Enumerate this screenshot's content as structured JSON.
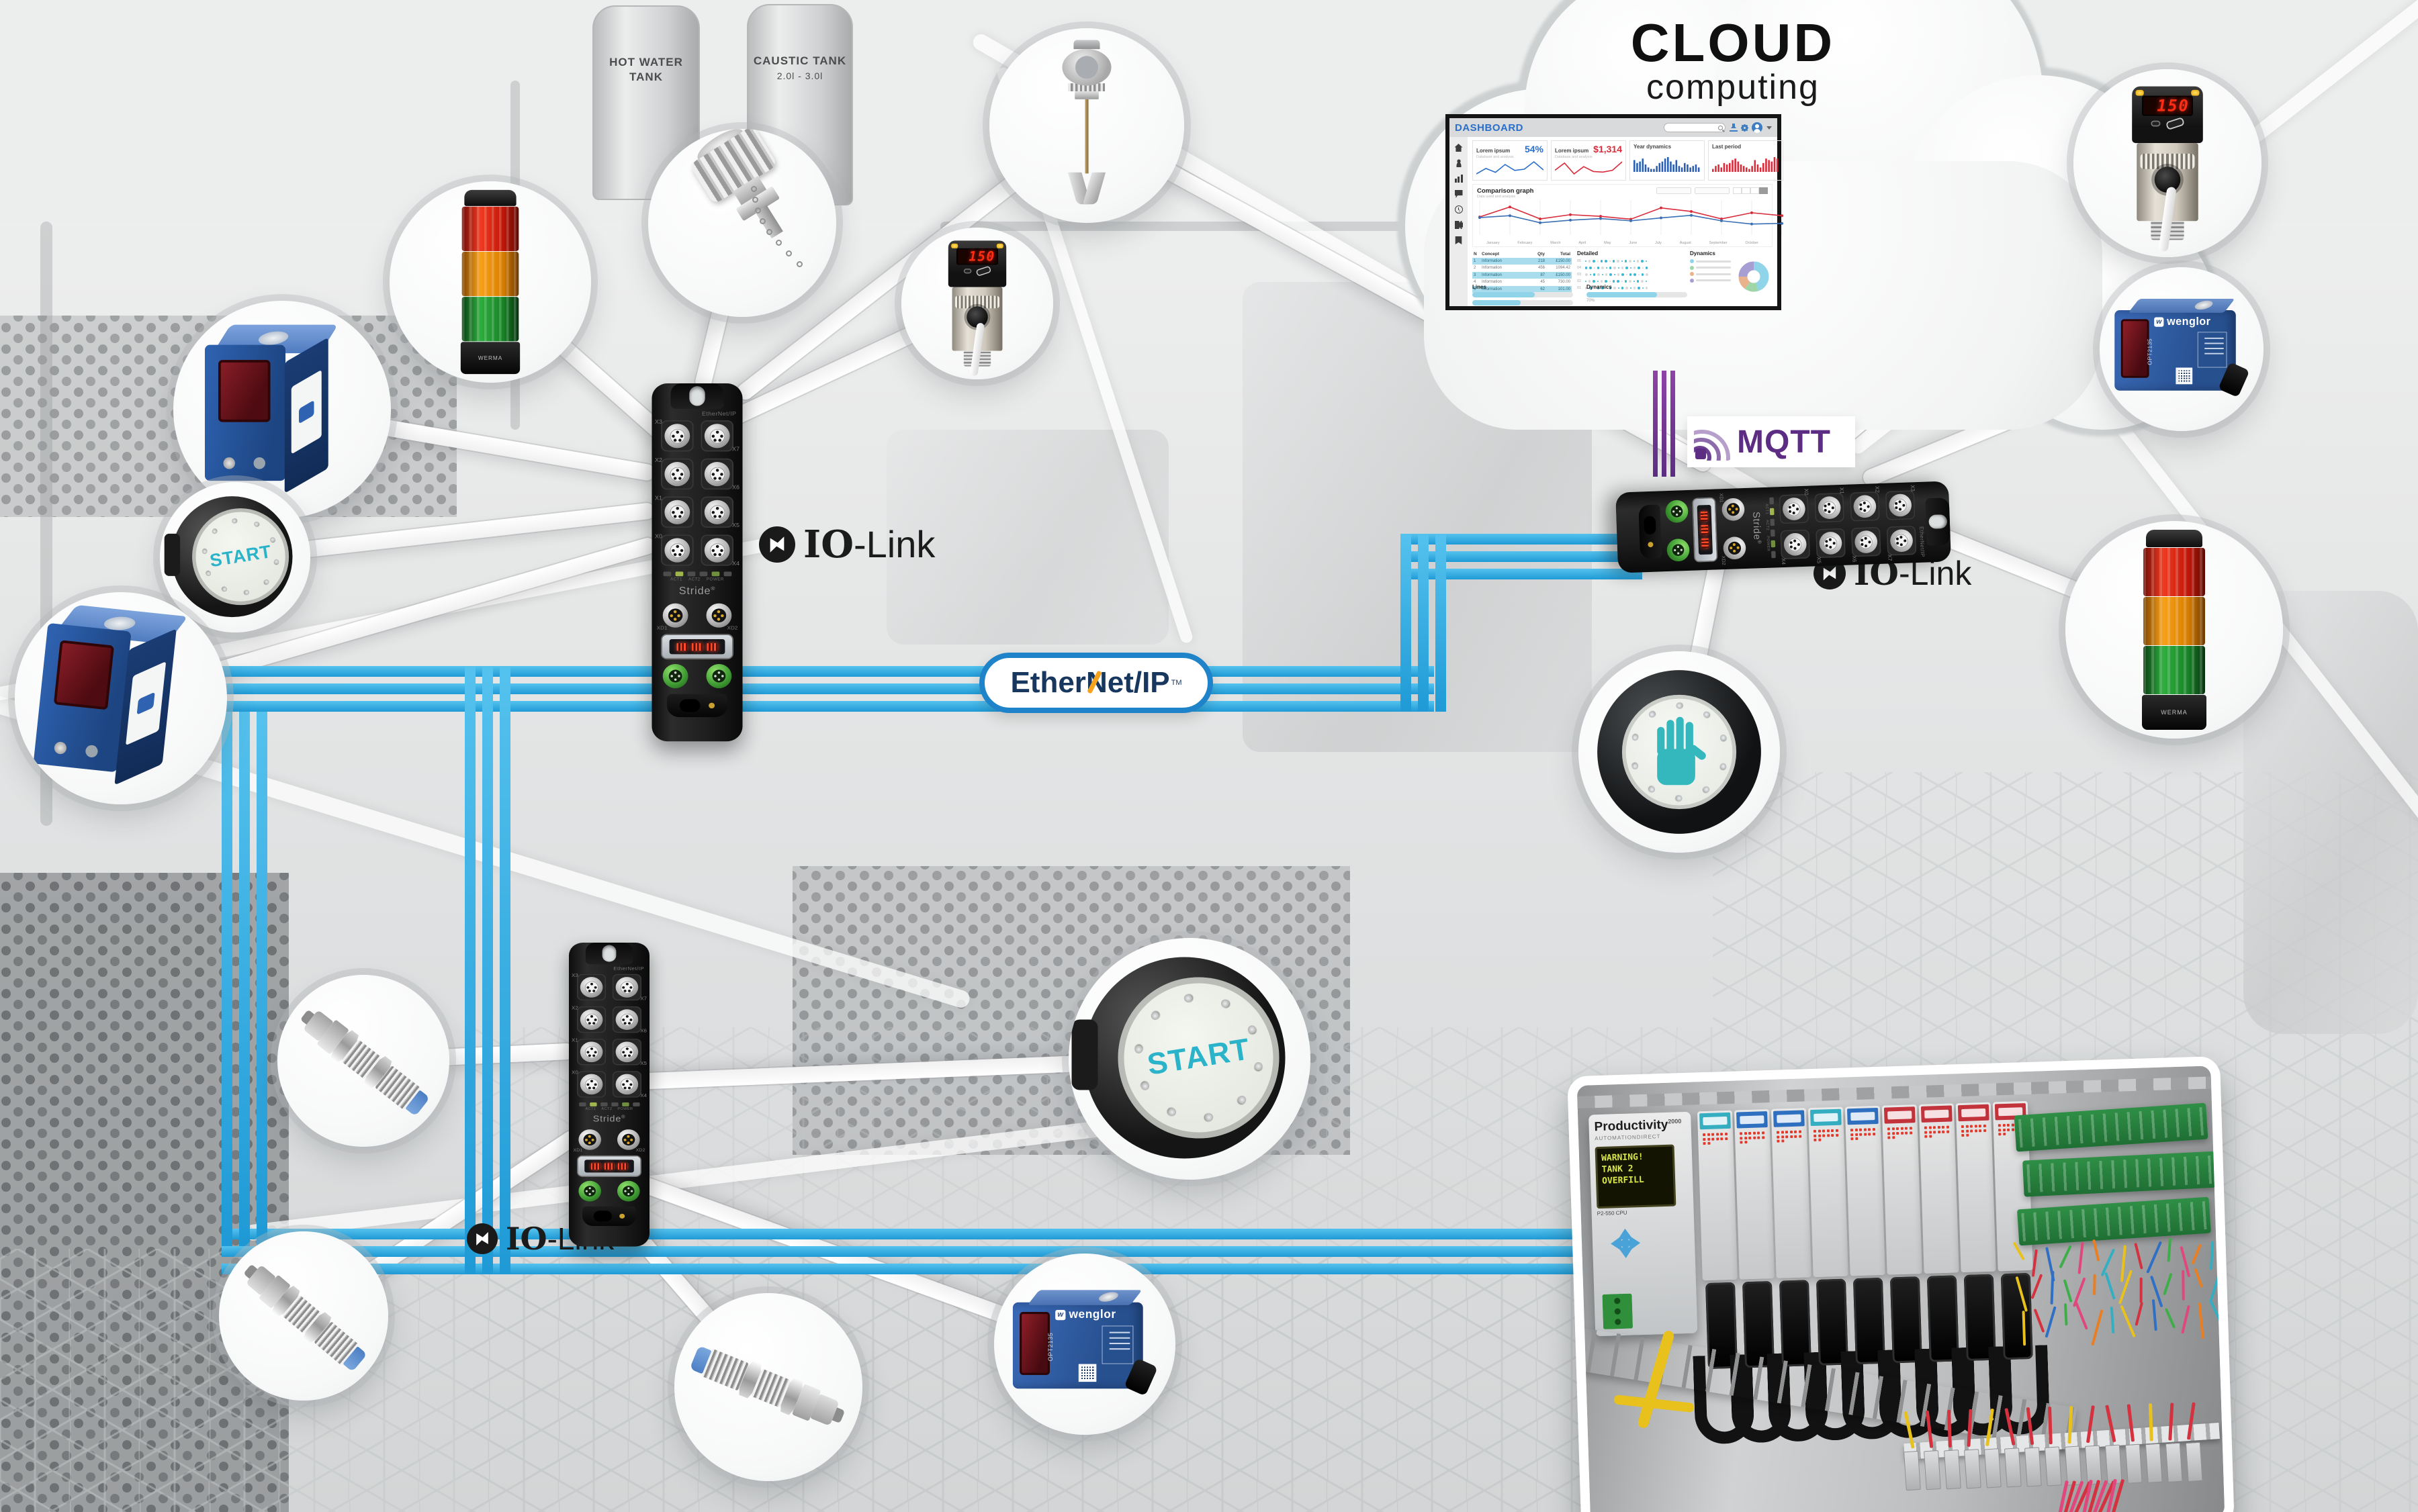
{
  "colors": {
    "cable_blue": "#29a9e1",
    "cable_purple": "#7a2e8e",
    "accent_teal": "#2ab3c9",
    "eip_blue": "#1e83c9",
    "eip_navy": "#17375e",
    "mqtt_purple": "#5c2d82",
    "dash_blue": "#2a6fc9",
    "dash_red": "#d92b3a"
  },
  "background": {
    "tank_left_line1": "HOT WATER",
    "tank_left_line2": "TANK",
    "tank_right_line1": "CAUSTIC TANK",
    "tank_right_line2": "2.0l - 3.0l"
  },
  "cloud": {
    "title": "CLOUD",
    "subtitle": "computing"
  },
  "mqtt": {
    "label": "MQTT"
  },
  "ethernet_ip": {
    "pre": "Ether",
    "n": "N",
    "post": "et/IP",
    "tm": "TM"
  },
  "io_link": {
    "io": "IO",
    "rest": "-Link"
  },
  "masters": {
    "brand": "Stride",
    "brand_reg": "®",
    "protocol": "EtherNet/IP",
    "ports_left": [
      "X3",
      "X2",
      "X1",
      "X0"
    ],
    "ports_right": [
      "X7",
      "X6",
      "X5",
      "X4"
    ],
    "aux_ports": [
      "XD1",
      "XD2"
    ],
    "led_labels": [
      "ACT1",
      "ACT2",
      "POWER"
    ]
  },
  "devices": {
    "start_label": "START",
    "temp_display": "150",
    "wenglor_brand": "wenglor",
    "wenglor_model": "OPT2135",
    "werma_brand": "WERMA"
  },
  "dashboard": {
    "title": "DASHBOARD",
    "cards": [
      {
        "label": "Lorem ipsum",
        "sub": "Database and analysis",
        "value": "54%",
        "color": "blue"
      },
      {
        "label": "Lorem ipsum",
        "sub": "Database and analysis",
        "value": "$1,314",
        "color": "red"
      },
      {
        "label": "Year dynamics",
        "sub": "",
        "value": "",
        "color": "blue"
      },
      {
        "label": "Last period",
        "sub": "",
        "value": "",
        "color": "red"
      }
    ],
    "comparison_title": "Comparison graph",
    "comparison_sub": "Data used and analysis",
    "months": [
      "January",
      "February",
      "March",
      "April",
      "May",
      "June",
      "July",
      "August",
      "September",
      "October"
    ],
    "table_headers": [
      "N",
      "Concept",
      "Qty",
      "Total"
    ],
    "table_rows": [
      [
        "1",
        "Information",
        "218",
        "£150.00"
      ],
      [
        "2",
        "Information",
        "456",
        "1094.42"
      ],
      [
        "3",
        "Information",
        "87",
        "£150.00"
      ],
      [
        "4",
        "Information",
        "45",
        "730.00"
      ],
      [
        "5",
        "Information",
        "62",
        "101.00"
      ]
    ],
    "detailed_title": "Detailed",
    "detailed_rows": [
      "05",
      "04",
      "03",
      "02",
      "01"
    ],
    "dynamics_title": "Dynamics",
    "lines_title": "Lines",
    "dynamics2_title": "Dynamics",
    "progress_pct": "70%"
  },
  "chart_data": [
    {
      "type": "line",
      "title": "Lorem ipsum",
      "data_label": "54%",
      "values": [
        3.2,
        4.6,
        3.6,
        5.6,
        4.1,
        4.4,
        6.3,
        4.2
      ],
      "color": "#2a6fc9"
    },
    {
      "type": "line",
      "title": "Lorem ipsum",
      "data_label": "$1,314",
      "values": [
        4.6,
        5.8,
        4.0,
        5.2,
        4.4,
        4.3,
        4.6,
        6.0
      ],
      "color": "#d92b3a"
    },
    {
      "type": "bar",
      "title": "Year dynamics",
      "values": [
        8,
        6,
        7,
        9,
        5,
        3,
        2,
        2,
        4,
        6,
        7,
        9,
        10,
        7,
        5,
        8,
        4,
        3,
        6,
        5,
        3,
        4,
        5,
        3
      ],
      "color": "#2a5fb4",
      "ylim": [
        0,
        10
      ]
    },
    {
      "type": "bar",
      "title": "Last period",
      "values": [
        2,
        4,
        5,
        3,
        6,
        5,
        6,
        8,
        9,
        7,
        5,
        4,
        3,
        2,
        4,
        8,
        5,
        3,
        6,
        9,
        8,
        7,
        10,
        9
      ],
      "color": "#d92b3a",
      "ylim": [
        0,
        10
      ]
    },
    {
      "type": "line",
      "title": "Comparison graph",
      "xlabel": "",
      "ylabel": "",
      "ylim": [
        0,
        10
      ],
      "grid": true,
      "x": [
        "January",
        "February",
        "March",
        "April",
        "May",
        "June",
        "July",
        "August",
        "September",
        "October"
      ],
      "series": [
        {
          "name": "series-red",
          "color": "#d92b3a",
          "values": [
            5.6,
            8.7,
            5.0,
            6.3,
            5.8,
            4.9,
            8.4,
            7.3,
            5.0,
            6.9,
            6.0
          ]
        },
        {
          "name": "series-blue",
          "color": "#3a6fb5",
          "values": [
            5.4,
            6.0,
            3.8,
            4.6,
            5.1,
            4.4,
            5.3,
            6.1,
            4.4,
            3.4,
            3.6
          ]
        }
      ]
    },
    {
      "type": "pie",
      "title": "Dynamics",
      "labels": [
        "segment-1",
        "segment-2",
        "segment-3",
        "segment-4"
      ],
      "values": [
        45,
        15,
        15,
        25
      ],
      "colors": [
        "#8fd4e8",
        "#9fd6a8",
        "#eab28a",
        "#a79fd4"
      ]
    },
    {
      "type": "bar",
      "title": "Lines",
      "values": [
        62,
        48
      ],
      "ylim": [
        0,
        100
      ]
    },
    {
      "type": "bar",
      "title": "Dynamics",
      "values": [
        70
      ],
      "ylim": [
        0,
        100
      ]
    }
  ],
  "cabinet": {
    "plc_brand": "Productivity",
    "plc_series": "2000",
    "vendor": "AUTOMATIONDIRECT",
    "warning_lines": [
      "WARNING!",
      "TANK 2",
      "OVERFILL"
    ],
    "cpu_label": "P2-550 CPU"
  }
}
